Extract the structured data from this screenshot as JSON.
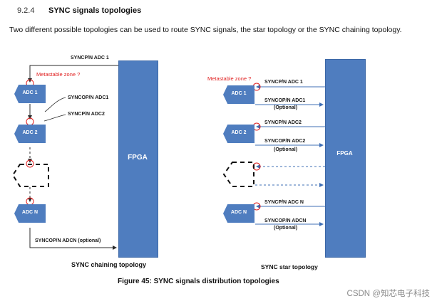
{
  "heading": {
    "number": "9.2.4",
    "title": "SYNC signals topologies"
  },
  "intro": "Two different possible topologies can be used to route SYNC signals, the star topology or the SYNC chaining topology.",
  "chaining": {
    "fpga": "FPGA",
    "adc1": "ADC 1",
    "adc2": "ADC 2",
    "adcn": "ADC N",
    "syncp_adc1": "SYNCP/N ADC 1",
    "metastable": "Metastable zone ?",
    "syncop_adc1": "SYNCOP/N ADC1",
    "syncp_adc2": "SYNCP/N ADC2",
    "syncop_adcn": "SYNCOP/N ADCN (optional)",
    "caption": "SYNC chaining topology"
  },
  "star": {
    "fpga": "FPGA",
    "adc1": "ADC 1",
    "adc2": "ADC 2",
    "adcn": "ADC N",
    "metastable": "Metastable zone ?",
    "syncp_adc1": "SYNCP/N ADC 1",
    "syncop_adc1": "SYNCOP/N ADC1",
    "optional1": "(Optional)",
    "syncp_adc2": "SYNCP/N ADC2",
    "syncop_adc2": "SYNCOP/N ADC2",
    "optional2": "(Optional)",
    "syncp_adcn": "SYNCP/N ADC N",
    "syncop_adcn": "SYNCOP/N ADCN",
    "optional3": "(Optional)",
    "caption": "SYNC star topology"
  },
  "figure_caption": "Figure 45: SYNC signals distribution topologies",
  "watermark": "CSDN @知芯电子科技",
  "colors": {
    "block": "#4f7dbf",
    "line": "#2b2b2b",
    "accent_red": "#e02020"
  }
}
